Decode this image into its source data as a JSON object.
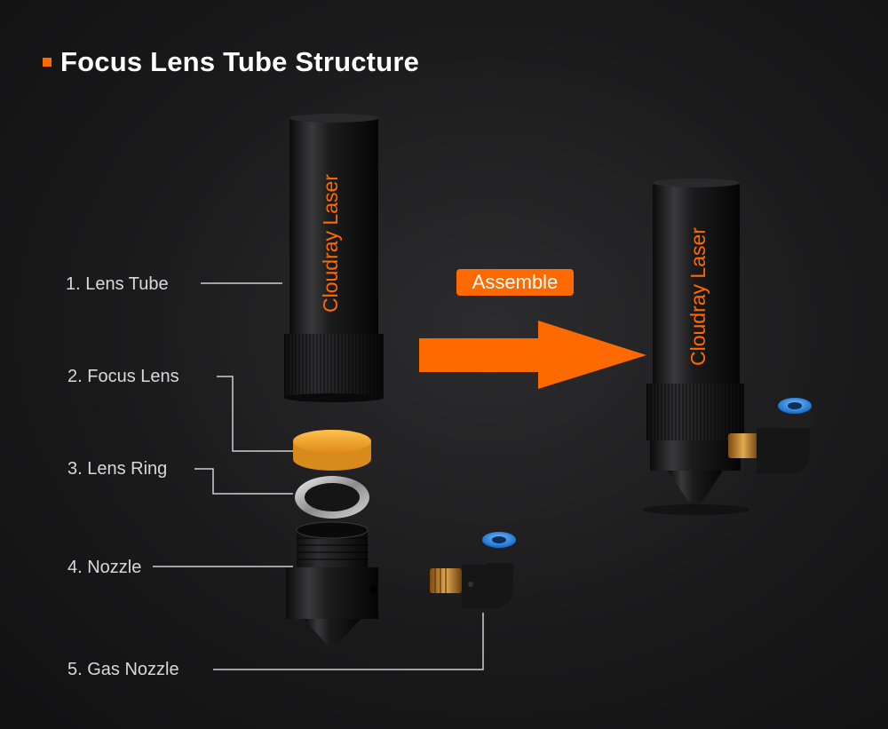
{
  "title": "Focus Lens Tube Structure",
  "brand_text": "Cloudray Laser",
  "assemble_label": "Assemble",
  "parts": [
    {
      "label": "1. Lens Tube"
    },
    {
      "label": "2. Focus Lens"
    },
    {
      "label": "3. Lens Ring"
    },
    {
      "label": "4. Nozzle"
    },
    {
      "label": "5. Gas Nozzle"
    }
  ],
  "colors": {
    "accent": "#ff6a00",
    "lens": "#f0a030",
    "fitting_blue": "#1e88e5",
    "brass": "#c98a2e"
  }
}
